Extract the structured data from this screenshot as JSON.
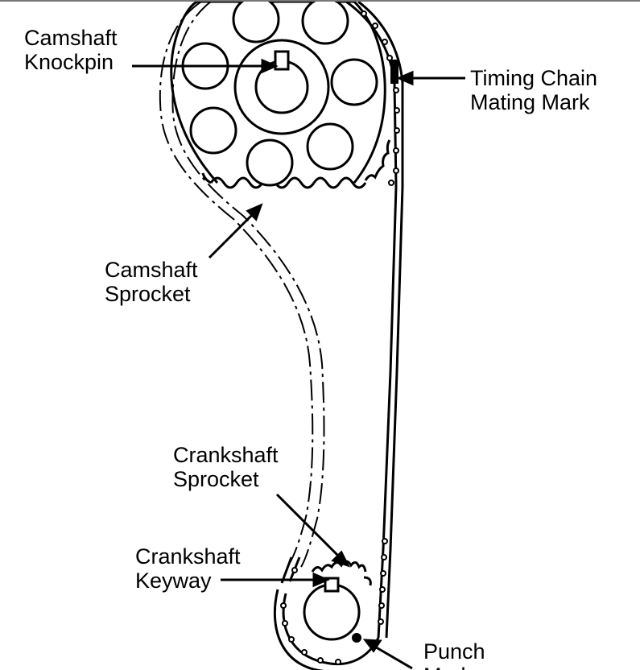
{
  "labels": {
    "camshaft_knockpin": [
      "Camshaft",
      "Knockpin"
    ],
    "timing_chain_mating_mark": [
      "Timing Chain",
      "Mating Mark"
    ],
    "camshaft_sprocket": [
      "Camshaft",
      "Sprocket"
    ],
    "crankshaft_sprocket": [
      "Crankshaft",
      "Sprocket"
    ],
    "crankshaft_keyway": [
      "Crankshaft",
      "Keyway"
    ],
    "punch_mark": [
      "Punch",
      "Mark"
    ]
  },
  "colors": {
    "ink": "#000000",
    "paper": "#ffffff"
  }
}
